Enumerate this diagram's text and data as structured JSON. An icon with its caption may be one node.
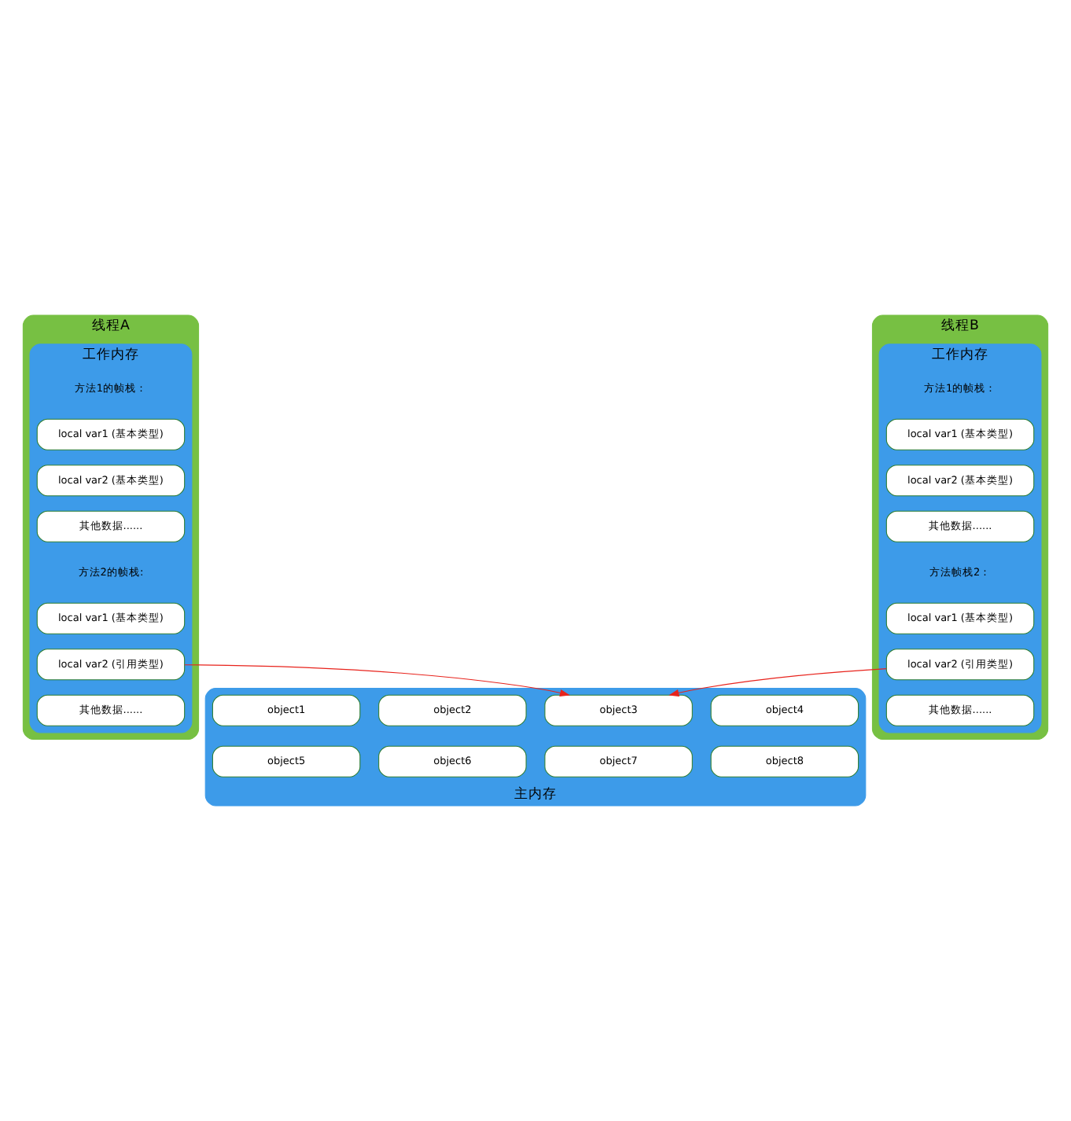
{
  "diagram": {
    "nodes": [
      {
        "text": [
          "线程A"
        ]
      },
      {
        "text": [
          "工作内存"
        ],
        "in": 0
      },
      {
        "text": [
          "方法1的帧栈："
        ],
        "in": 1
      },
      {
        "text": [
          "local var1 (基本类型)"
        ],
        "in": 1
      },
      {
        "text": [
          "local var2 (基本类型)"
        ],
        "in": 1
      },
      {
        "text": [
          "其他数据......"
        ],
        "in": 1
      },
      {
        "text": [
          "方法2的帧栈:"
        ],
        "in": 1
      },
      {
        "text": [
          "local var1 (基本类型)"
        ],
        "in": 1
      },
      {
        "text": [
          "local var2 (引用类型)"
        ],
        "in": 1
      },
      {
        "text": [
          "其他数据......"
        ],
        "in": 1
      },
      {
        "text": [
          "线程B"
        ]
      },
      {
        "text": [
          "工作内存"
        ],
        "in": 10
      },
      {
        "text": [
          "方法1的帧栈："
        ],
        "in": 11
      },
      {
        "text": [
          "local var1 (基本类型)"
        ],
        "in": 11
      },
      {
        "text": [
          "local var2 (基本类型)"
        ],
        "in": 11
      },
      {
        "text": [
          "其他数据......"
        ],
        "in": 11
      },
      {
        "text": [
          "方法帧栈2："
        ],
        "in": 11
      },
      {
        "text": [
          "local var1 (基本类型)"
        ],
        "in": 11
      },
      {
        "text": [
          "local var2 (引用类型)"
        ],
        "in": 11
      },
      {
        "text": [
          "其他数据......"
        ],
        "in": 11
      },
      {
        "text": [
          "主内存"
        ]
      },
      {
        "text": [
          "object1"
        ],
        "in": 20
      },
      {
        "text": [
          "object2"
        ],
        "in": 20
      },
      {
        "text": [
          "object3"
        ],
        "in": 20
      },
      {
        "text": [
          "object4"
        ],
        "in": 20
      },
      {
        "text": [
          "object5"
        ],
        "in": 20
      },
      {
        "text": [
          "object6"
        ],
        "in": 20
      },
      {
        "text": [
          "object7"
        ],
        "in": 20
      },
      {
        "text": [
          "object8"
        ],
        "in": 20
      }
    ],
    "edges": [
      {
        "from": 8,
        "to": 23,
        "arrow": "to",
        "color": "#e8231c"
      },
      {
        "from": 18,
        "to": 23,
        "arrow": "to",
        "color": "#e8231c"
      }
    ]
  }
}
